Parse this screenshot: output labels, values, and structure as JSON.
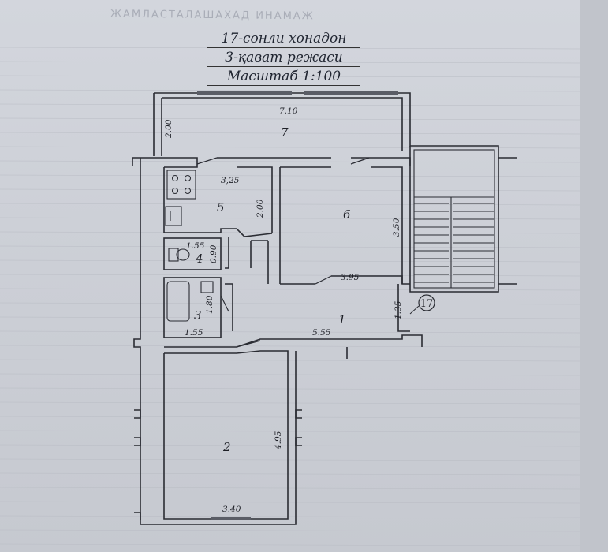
{
  "header": {
    "line1": "17-сонли хонадон",
    "line2": "3-қават режаси",
    "line3": "Масштаб 1:100"
  },
  "watermark": "ЖАМЛАСТАЛАШАХАД ИНАМАЖ",
  "rooms": {
    "r1": "1",
    "r2": "2",
    "r3": "3",
    "r4": "4",
    "r5": "5",
    "r6": "6",
    "r7": "7"
  },
  "dimensions": {
    "r7_width": "7.10",
    "r7_depth": "2.00",
    "r5_width": "3,25",
    "r5_depth": "2.00",
    "r6_depth": "3.50",
    "r6_width": "3.95",
    "r4_width": "1.55",
    "r4_depth": "0.90",
    "r3_depth": "1.80",
    "r3_width": "1.55",
    "r1_width": "5.55",
    "r1_depth": "1.35",
    "r2_depth": "4.95",
    "r2_width": "3.40"
  },
  "apartment_number": "17",
  "colors": {
    "paper": "#cfd2d9",
    "wall": "#2a2c33",
    "grid": "#b9bcc4"
  },
  "icons": [
    "stove-icon",
    "sink-icon",
    "toilet-icon",
    "bathtub-icon",
    "staircase-icon"
  ]
}
